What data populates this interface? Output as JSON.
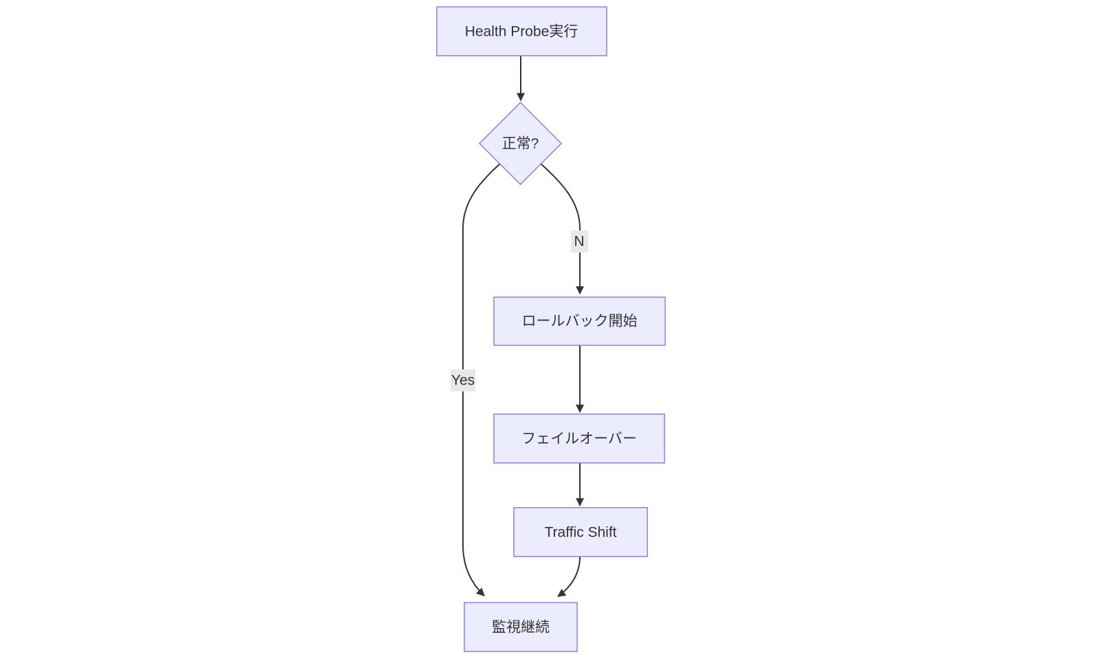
{
  "diagram": {
    "type": "flowchart",
    "direction": "top-down",
    "nodes": [
      {
        "id": "health-probe",
        "label": "Health Probe実行",
        "shape": "rect"
      },
      {
        "id": "decision-normal",
        "label": "正常?",
        "shape": "diamond"
      },
      {
        "id": "rollback-start",
        "label": "ロールバック開始",
        "shape": "rect"
      },
      {
        "id": "failover",
        "label": "フェイルオーバー",
        "shape": "rect"
      },
      {
        "id": "traffic-shift",
        "label": "Traffic Shift",
        "shape": "rect"
      },
      {
        "id": "monitor-continue",
        "label": "監視継続",
        "shape": "rect"
      }
    ],
    "edges": [
      {
        "from": "health-probe",
        "to": "decision-normal",
        "label": ""
      },
      {
        "from": "decision-normal",
        "to": "rollback-start",
        "label": "N"
      },
      {
        "from": "decision-normal",
        "to": "monitor-continue",
        "label": "Yes"
      },
      {
        "from": "rollback-start",
        "to": "failover",
        "label": ""
      },
      {
        "from": "failover",
        "to": "traffic-shift",
        "label": ""
      },
      {
        "from": "traffic-shift",
        "to": "monitor-continue",
        "label": ""
      }
    ],
    "colors": {
      "node_fill": "#ECECFF",
      "node_border": "#9370DB",
      "edge_line": "#333333",
      "text_color": "#333333",
      "edge_label_bg": "#e8e8e8",
      "canvas_bg": "#ffffff"
    }
  }
}
